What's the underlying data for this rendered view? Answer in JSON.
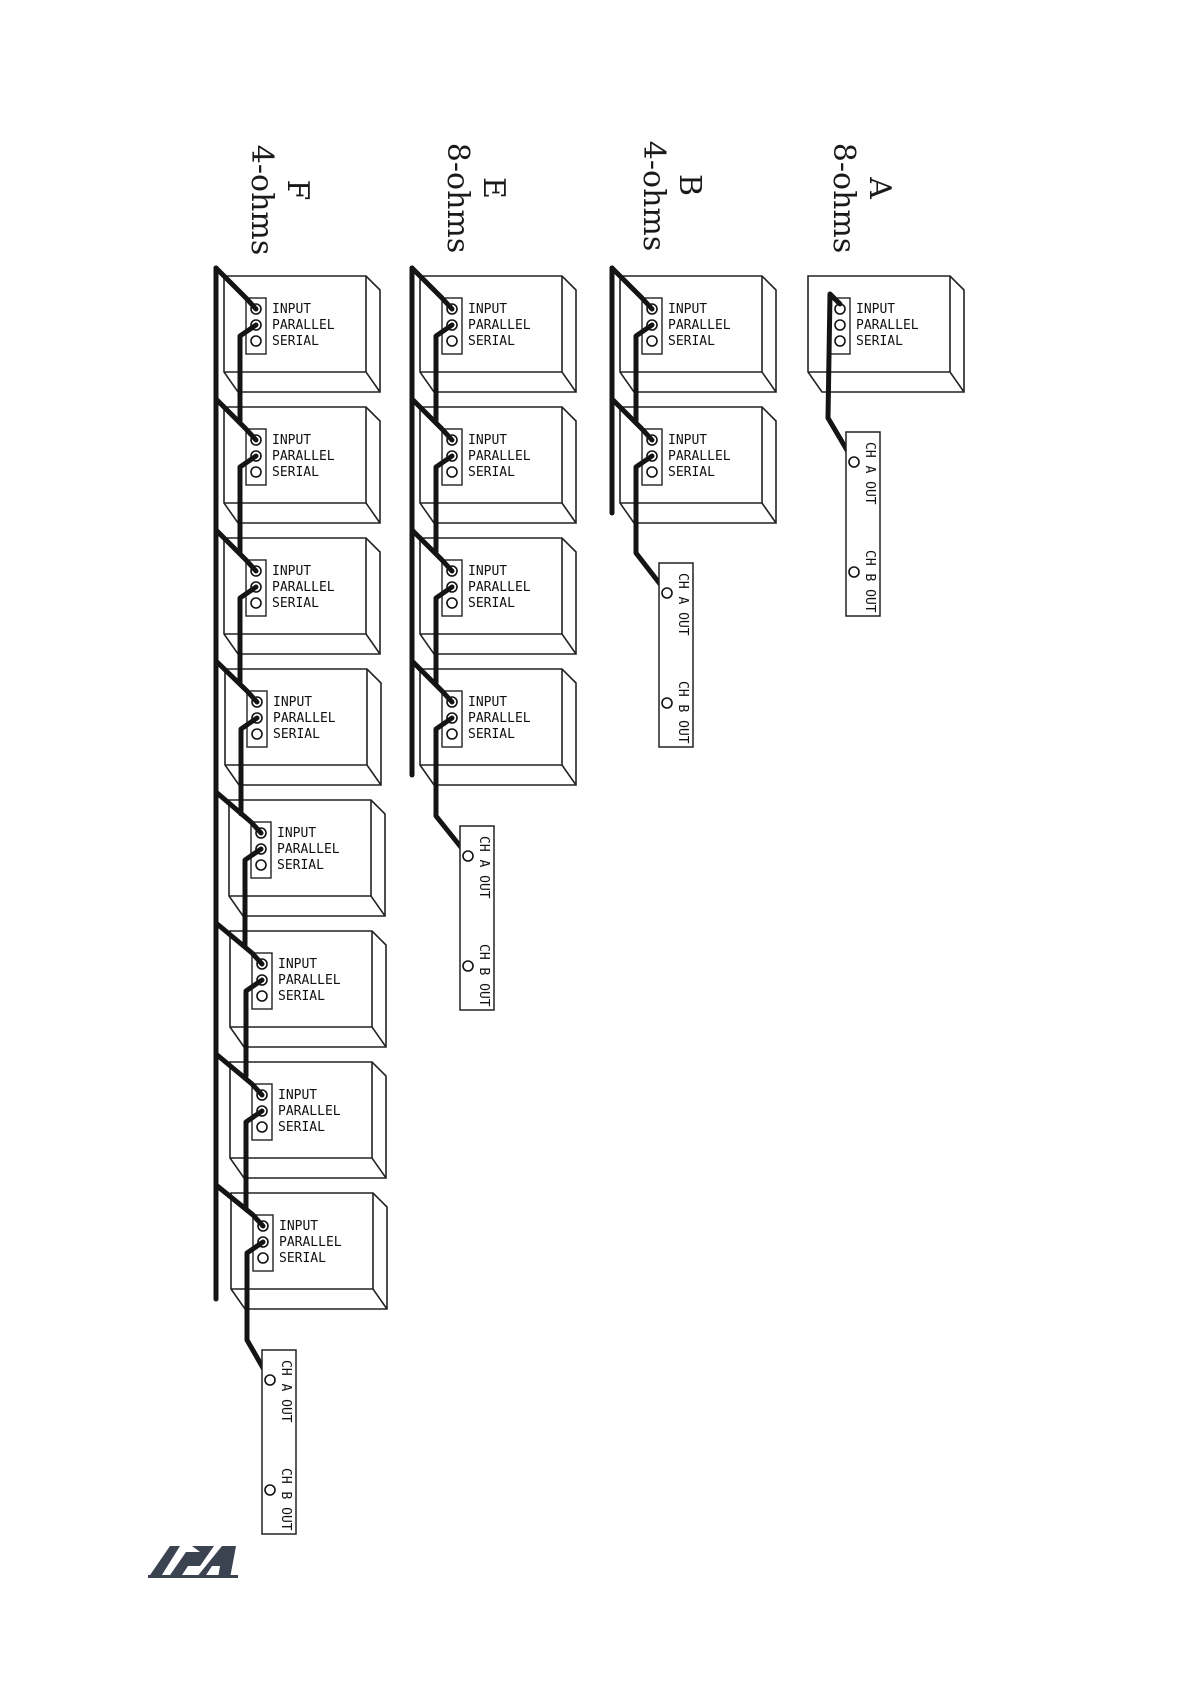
{
  "cabinet_labels": {
    "input": "INPUT",
    "parallel": "PARALLEL",
    "serial": "SERIAL"
  },
  "amp_labels": {
    "ch_a": "CH A OUT",
    "ch_b": "CH B OUT"
  },
  "configs": [
    {
      "id": "A",
      "letter": "A",
      "impedance": "8-ohms",
      "cabinets": 1
    },
    {
      "id": "B",
      "letter": "B",
      "impedance": "4-ohms",
      "cabinets": 2
    },
    {
      "id": "E",
      "letter": "E",
      "impedance": "8-ohms",
      "cabinets": 4
    },
    {
      "id": "F",
      "letter": "F",
      "impedance": "4-ohms",
      "cabinets": 8
    }
  ],
  "colors": {
    "ink": "#141414",
    "logo": "#3b4250"
  },
  "logo": {
    "icon": "brand-logo-icon"
  }
}
